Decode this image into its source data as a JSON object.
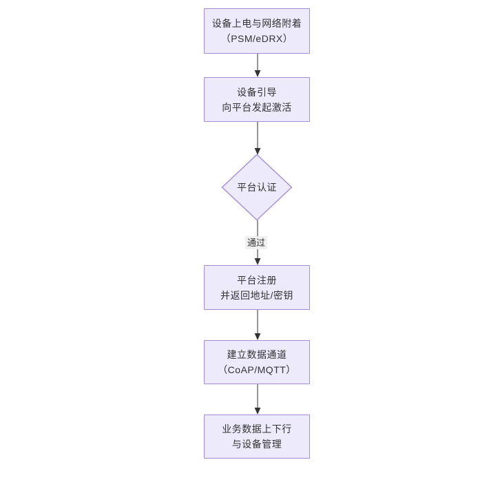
{
  "diagram": {
    "type": "flowchart",
    "orientation": "top-to-bottom",
    "background_color": "#ffffff",
    "node_fill_color": "#ECEAFB",
    "node_border_color": "#A68BD4",
    "text_color": "#333333",
    "edge_color": "#4D4D4D",
    "edge_label_background": "#EFEFEF"
  },
  "nodes": [
    {
      "id": "power-on",
      "shape": "rectangle",
      "lines": [
        "设备上电与网络附着",
        "（PSM/eDRX）"
      ]
    },
    {
      "id": "bootstrap",
      "shape": "rectangle",
      "lines": [
        "设备引导",
        "向平台发起激活"
      ]
    },
    {
      "id": "platform-auth",
      "shape": "diamond",
      "lines": [
        "平台认证"
      ]
    },
    {
      "id": "platform-register",
      "shape": "rectangle",
      "lines": [
        "平台注册",
        "并返回地址/密钥"
      ]
    },
    {
      "id": "data-channel",
      "shape": "rectangle",
      "lines": [
        "建立数据通道",
        "（CoAP/MQTT）"
      ]
    },
    {
      "id": "service-data",
      "shape": "rectangle",
      "lines": [
        "业务数据上下行",
        "与设备管理"
      ]
    }
  ],
  "edges": [
    {
      "id": "e1",
      "from": "power-on",
      "to": "bootstrap",
      "label": ""
    },
    {
      "id": "e2",
      "from": "bootstrap",
      "to": "platform-auth",
      "label": ""
    },
    {
      "id": "e3",
      "from": "platform-auth",
      "to": "platform-register",
      "label": "通过"
    },
    {
      "id": "e4",
      "from": "platform-register",
      "to": "data-channel",
      "label": ""
    },
    {
      "id": "e5",
      "from": "data-channel",
      "to": "service-data",
      "label": ""
    }
  ]
}
